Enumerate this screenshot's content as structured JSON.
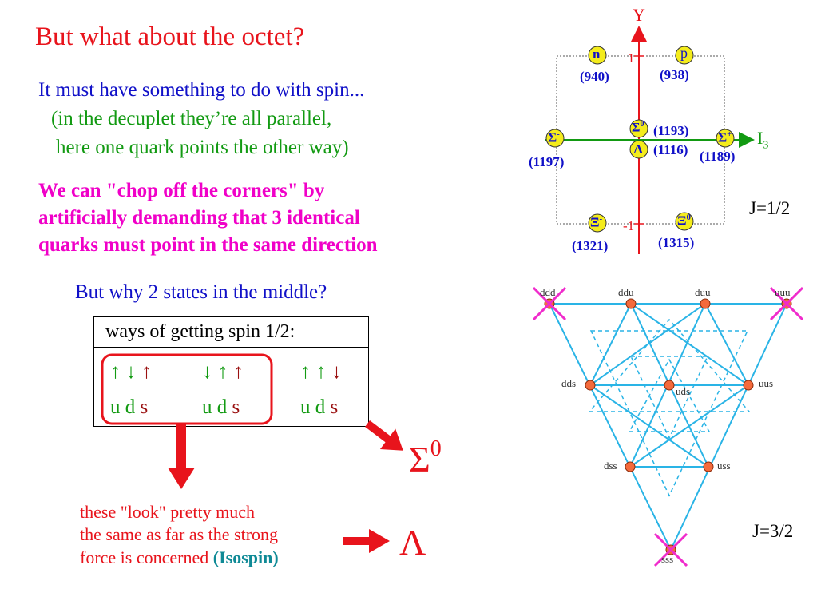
{
  "title": "But what about the octet?",
  "spin_text": {
    "line1": "It must have something to do with spin...",
    "line2": "(in the decuplet they’re all parallel,",
    "line3": "here one quark points the other way)"
  },
  "chop_text": {
    "line1": "We can \"chop off the corners\" by",
    "line2": "artificially demanding that 3 identical",
    "line3": "quarks must point in the same direction"
  },
  "why_text": "But why 2 states in the middle?",
  "spin_table": {
    "header": "ways of getting spin 1/2:",
    "combos": [
      {
        "arrows": [
          "↑",
          "↓",
          "↑"
        ],
        "quarks": [
          "u",
          "d",
          "s"
        ]
      },
      {
        "arrows": [
          "↓",
          "↑",
          "↑"
        ],
        "quarks": [
          "u",
          "d",
          "s"
        ]
      },
      {
        "arrows": [
          "↑",
          "↑",
          "↓"
        ],
        "quarks": [
          "u",
          "d",
          "s"
        ]
      }
    ]
  },
  "result_sigma": "Σ",
  "result_sigma_sup": "0",
  "result_lambda": "Λ",
  "note": {
    "line1": "these \"look\" pretty much",
    "line2": "the same as far as the strong",
    "line3_pre": "force is concerned ",
    "line3_em": "(Isospin)"
  },
  "octet": {
    "y_axis": "Y",
    "x_axis": "I",
    "x_axis_sub": "3",
    "tick_top": "1",
    "tick_bottom": "-1",
    "j_label": "J=1/2",
    "particles": [
      {
        "id": "n",
        "symbol": "n",
        "sup": "",
        "mass": "(940)"
      },
      {
        "id": "p",
        "symbol": "p",
        "sup": "",
        "mass": "(938)"
      },
      {
        "id": "sigma-minus",
        "symbol": "Σ",
        "sup": "-",
        "mass": "(1197)"
      },
      {
        "id": "sigma-zero",
        "symbol": "Σ",
        "sup": "0",
        "mass": "(1193)"
      },
      {
        "id": "lambda",
        "symbol": "Λ",
        "sup": "",
        "mass": "(1116)"
      },
      {
        "id": "sigma-plus",
        "symbol": "Σ",
        "sup": "+",
        "mass": "(1189)"
      },
      {
        "id": "xi-minus",
        "symbol": "Ξ",
        "sup": "-",
        "mass": "(1321)"
      },
      {
        "id": "xi-zero",
        "symbol": "Ξ",
        "sup": "0",
        "mass": "(1315)"
      }
    ]
  },
  "decuplet": {
    "j_label": "J=3/2",
    "states": [
      "ddd",
      "ddu",
      "duu",
      "uuu",
      "dds",
      "uds",
      "uus",
      "dss",
      "uss",
      "sss"
    ],
    "crossed": [
      "ddd",
      "uuu",
      "sss"
    ],
    "colors": {
      "lines": "#2ab4e6",
      "nodes": "#f46a3c",
      "cross": "#f02ccc"
    }
  },
  "colors": {
    "red": "#e8141c",
    "blue": "#1010c8",
    "green": "#129a12",
    "magenta": "#f000c8",
    "yellow": "#f4ec1c",
    "teal": "#0f8a96"
  }
}
